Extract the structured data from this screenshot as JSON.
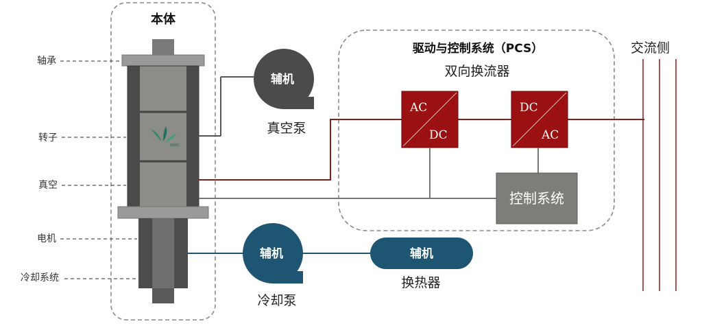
{
  "body_section": {
    "title": "本体"
  },
  "logo": {
    "text": "BBBE"
  },
  "side_labels": {
    "bearing": "轴承",
    "rotor": "转子",
    "vacuum": "真空",
    "motor": "电机",
    "cooling_system": "冷却系统"
  },
  "vacuum_pump": {
    "box_label": "辅机",
    "caption": "真空泵"
  },
  "cooling_pump": {
    "box_label": "辅机",
    "caption": "冷却泵"
  },
  "heat_exchanger": {
    "box_label": "辅机",
    "caption": "换热器"
  },
  "pcs": {
    "title": "驱动与控制系统（PCS）",
    "subtitle": "双向换流器",
    "converter1": {
      "top": "AC",
      "bottom": "DC"
    },
    "converter2": {
      "top": "DC",
      "bottom": "AC"
    },
    "control": "控制系统"
  },
  "ac_side": {
    "label": "交流侧"
  },
  "colors": {
    "red": "#9b1111",
    "dark_red_line": "#8a1c1c",
    "teal": "#1d5572",
    "grey_box": "#7d7d79",
    "body_dark": "#4b4b4b",
    "body_light": "#8a8a86"
  }
}
